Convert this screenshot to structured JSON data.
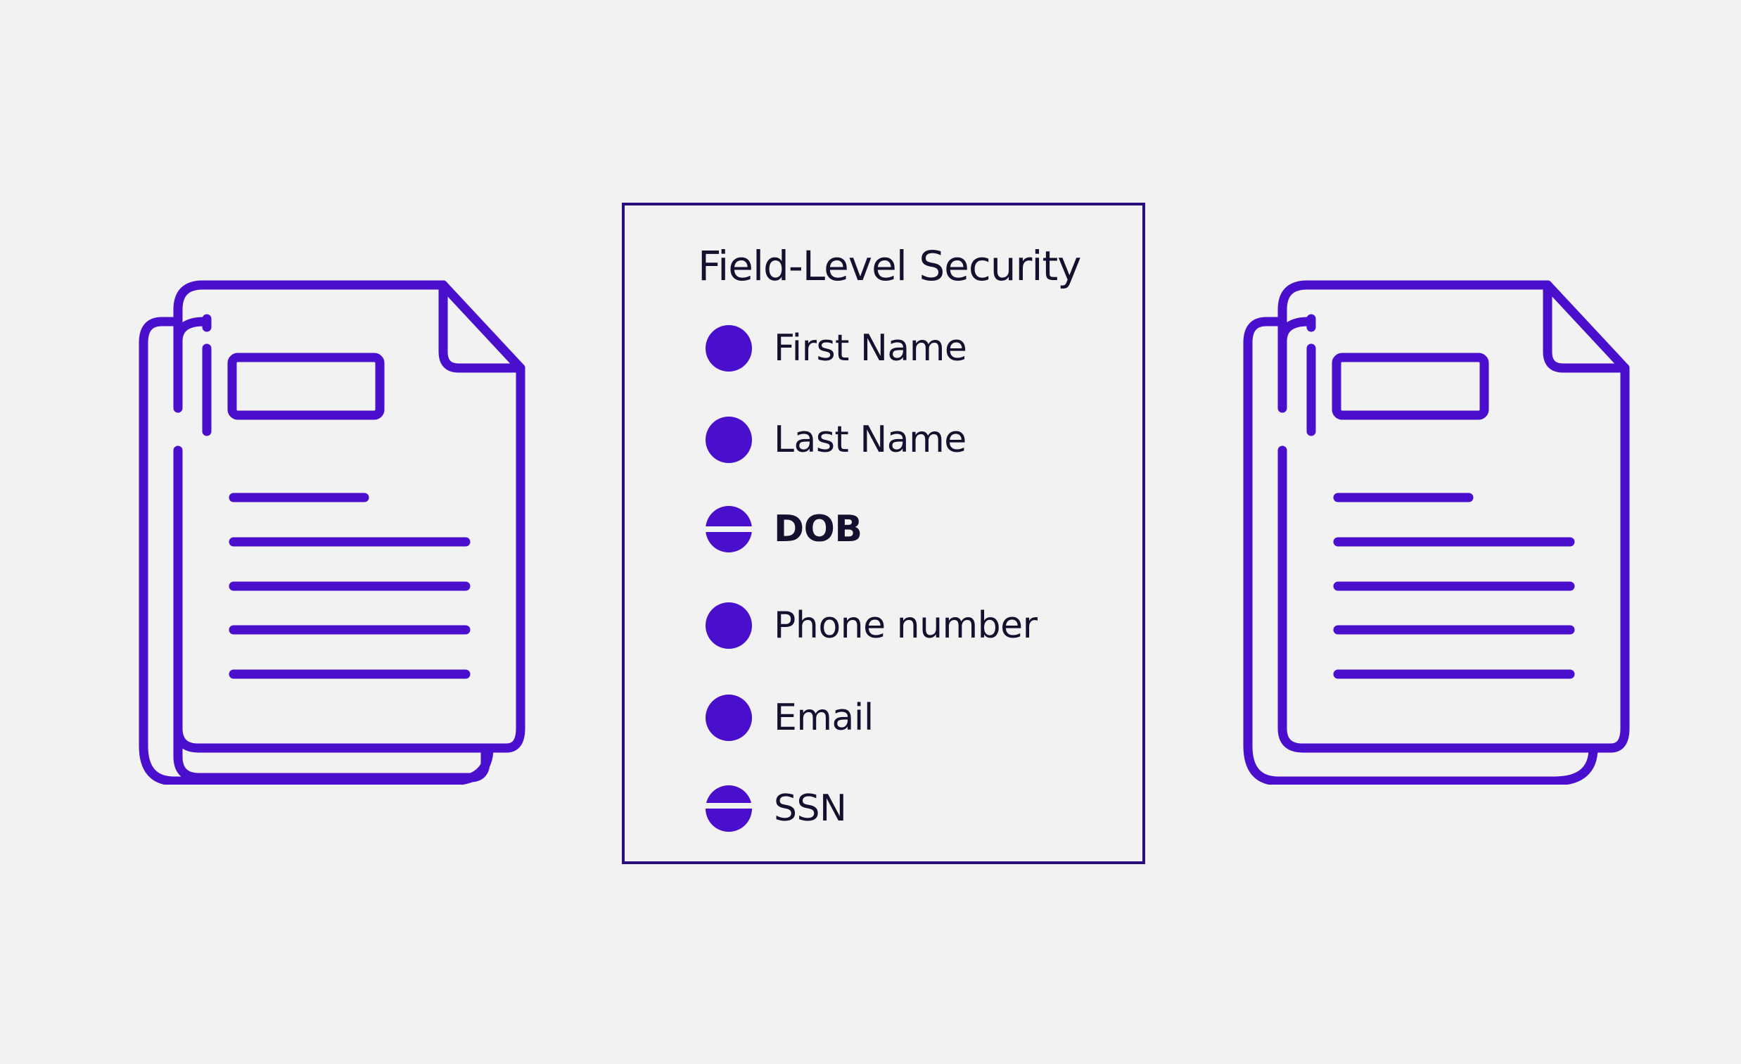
{
  "colors": {
    "accent": "#4a0fcc",
    "panel_border": "#2a0f7a",
    "background": "#f2f2f2",
    "text": "#14112e"
  },
  "icons": {
    "left_document": "documents-icon",
    "right_document": "documents-icon",
    "full_access_marker": "filled-circle-icon",
    "restricted_marker": "split-circle-icon"
  },
  "panel": {
    "title": "Field-Level Security",
    "fields": [
      {
        "label": "First Name",
        "marker": "full"
      },
      {
        "label": "Last Name",
        "marker": "full"
      },
      {
        "label": "DOB",
        "marker": "restricted"
      },
      {
        "label": "Phone number",
        "marker": "full"
      },
      {
        "label": "Email",
        "marker": "full"
      },
      {
        "label": "SSN",
        "marker": "restricted"
      }
    ]
  }
}
